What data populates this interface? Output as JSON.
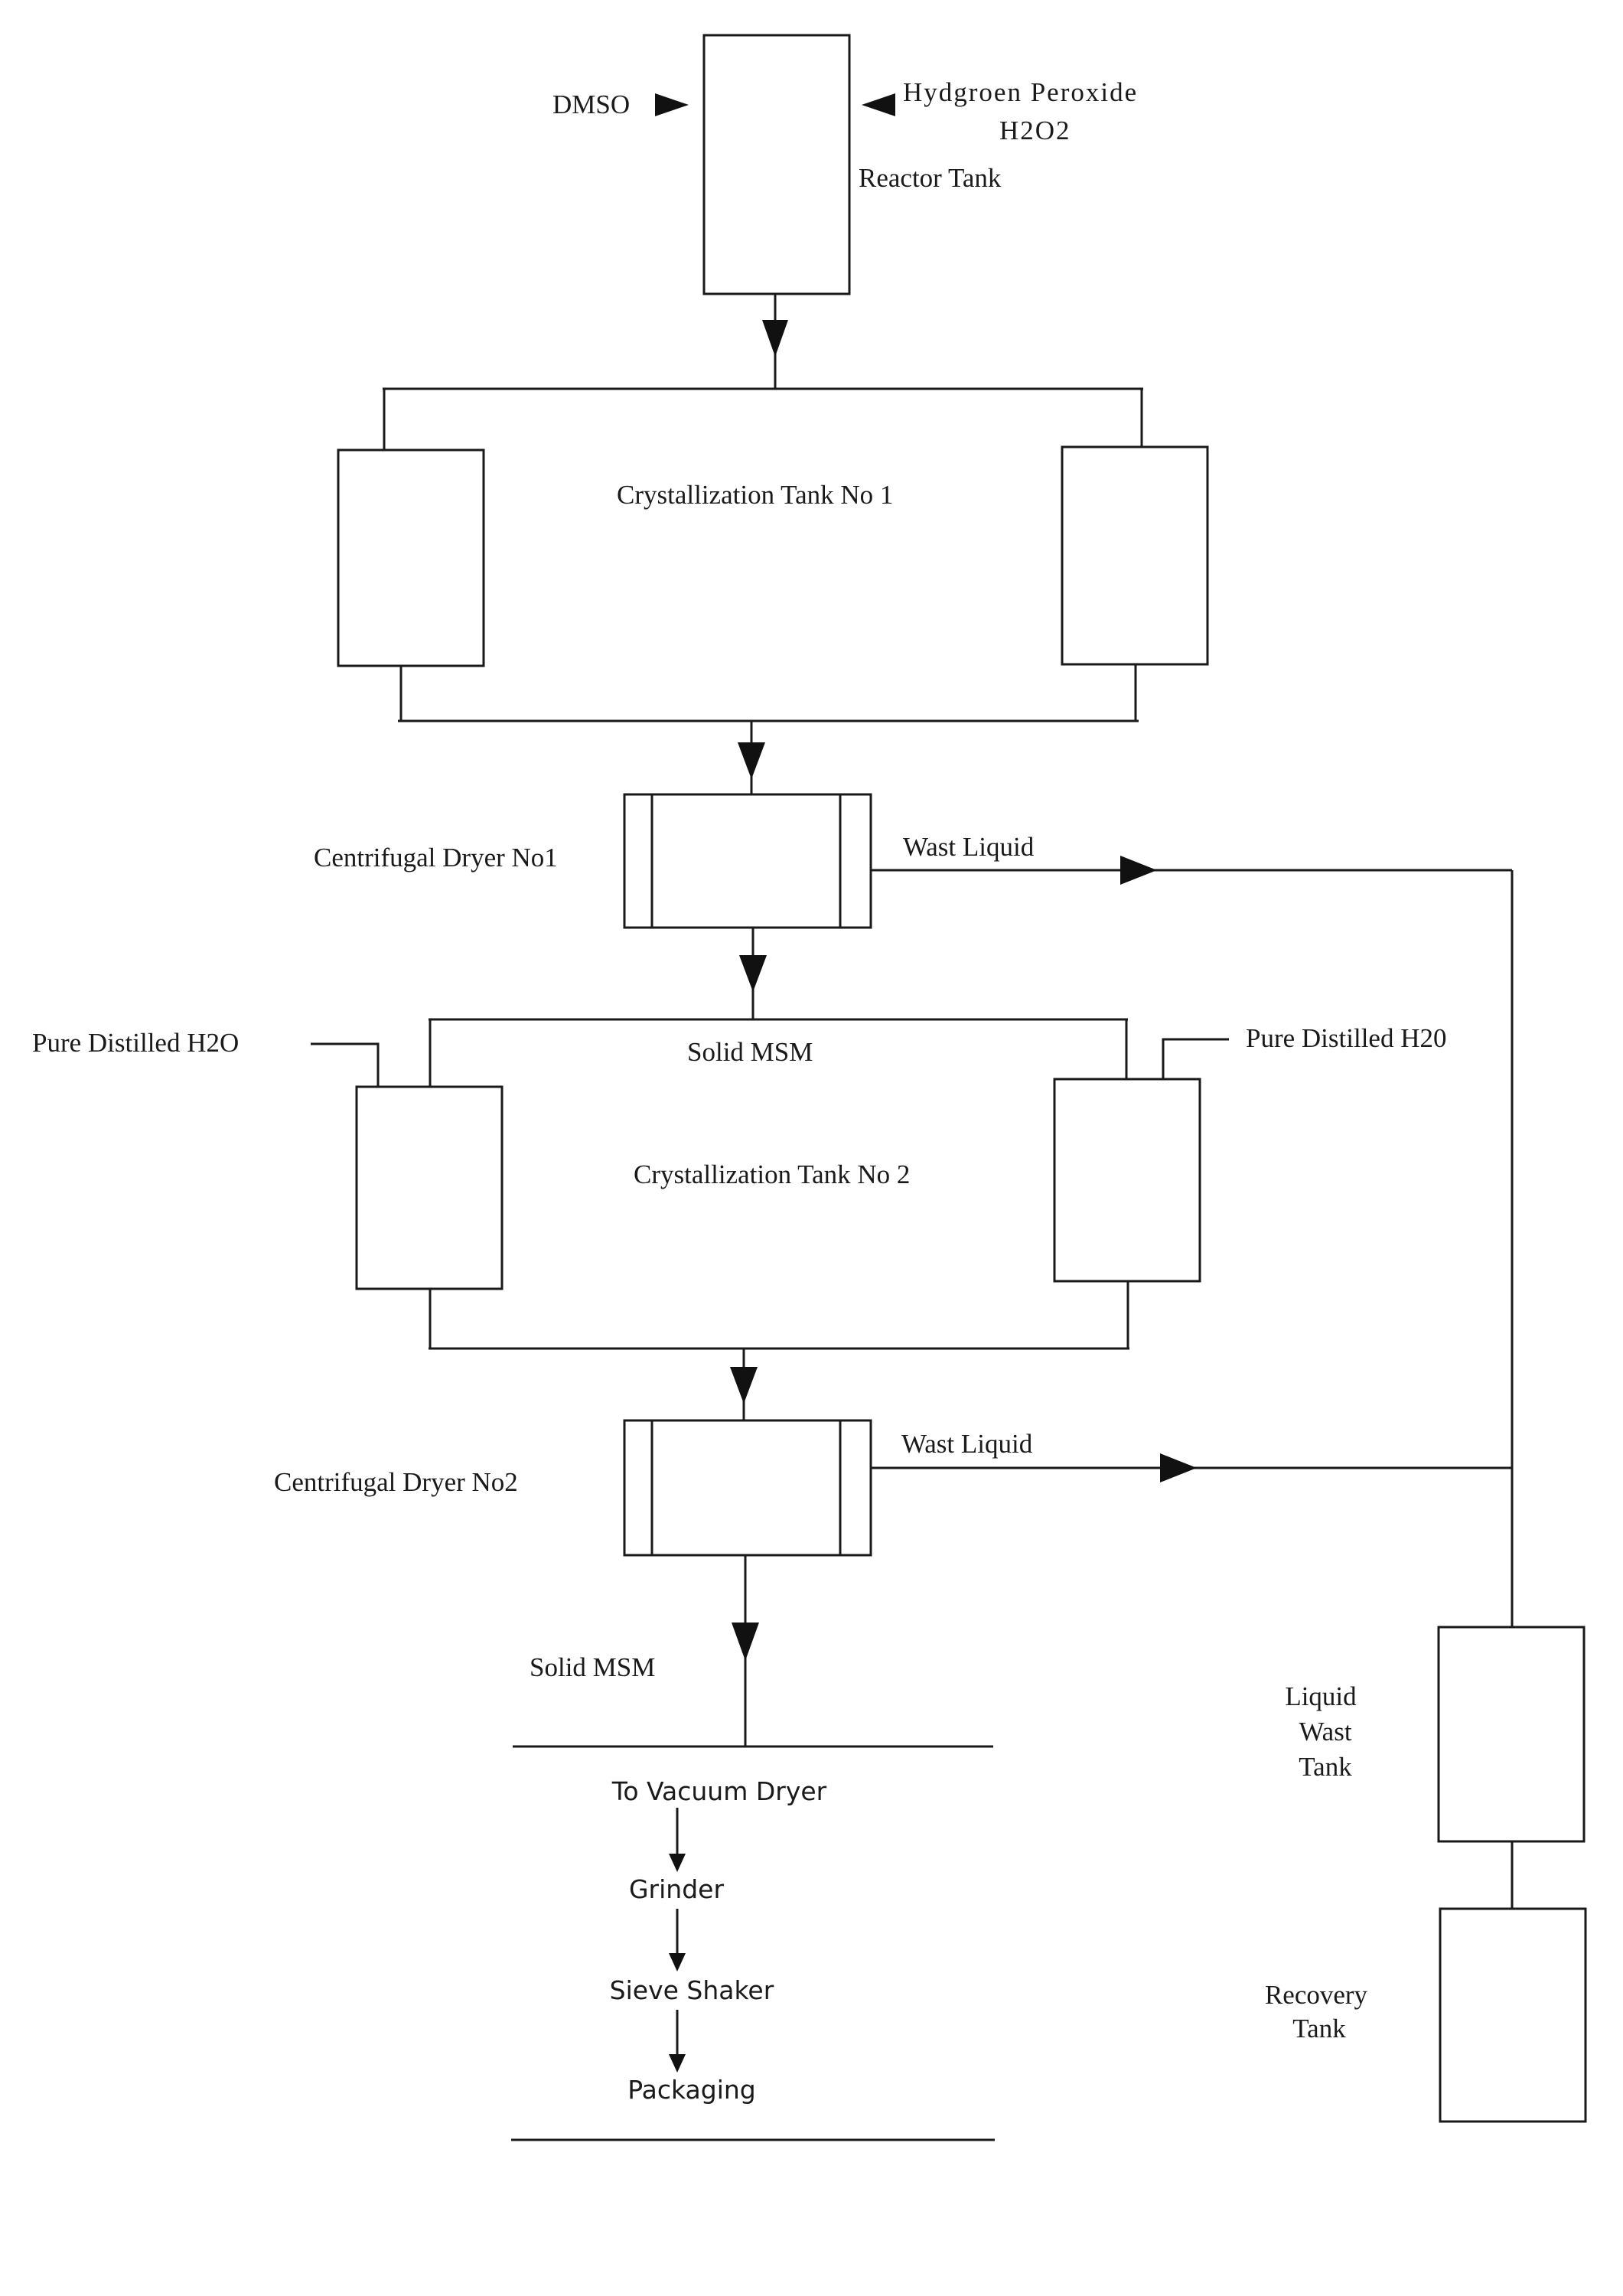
{
  "labels": {
    "dmso": "DMSO",
    "hydrogen_peroxide_1": "Hydgroen Peroxide",
    "hydrogen_peroxide_2": "H2O2",
    "reactor_tank": "Reactor Tank",
    "crystallization_tank_1": "Crystallization Tank No 1",
    "centrifugal_dryer_1": "Centrifugal Dryer No1",
    "wast_liquid_1": "Wast Liquid",
    "solid_msm_1": "Solid MSM",
    "pure_distilled_left": "Pure Distilled H2O",
    "pure_distilled_right": "Pure Distilled H20",
    "crystallization_tank_2": "Crystallization Tank No 2",
    "centrifugal_dryer_2": "Centrifugal Dryer No2",
    "wast_liquid_2": "Wast Liquid",
    "solid_msm_2": "Solid MSM",
    "liquid_wast_tank": [
      "Liquid",
      "Wast",
      "Tank"
    ],
    "recovery_tank": [
      "Recovery",
      "Tank"
    ]
  },
  "final_steps": [
    "To Vacuum Dryer",
    "Grinder",
    "Sieve Shaker",
    "Packaging"
  ]
}
